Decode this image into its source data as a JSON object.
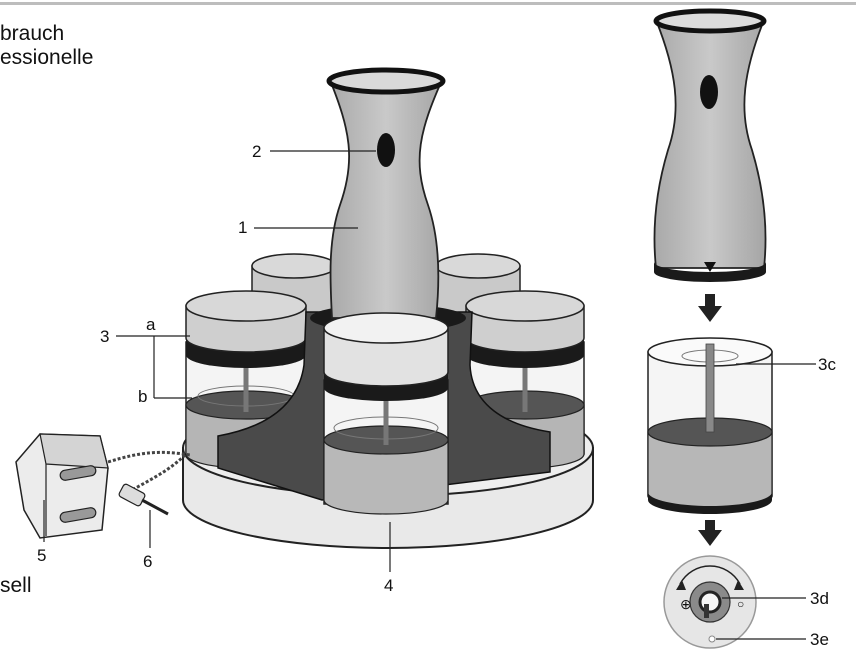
{
  "page_text": {
    "cut_lines": [
      "brauch",
      "essionelle"
    ],
    "cut_bottom": "sell"
  },
  "labels": {
    "l1": "1",
    "l2": "2",
    "l3": "3",
    "la": "a",
    "lb": "b",
    "l4": "4",
    "l5": "5",
    "l6": "6",
    "l3c": "3c",
    "l3d": "3d",
    "l3e": "3e"
  },
  "dial_marks": {
    "plus": "⊕",
    "minus": "○"
  },
  "colors": {
    "light_gray": "#d0d0d0",
    "mid_gray": "#b3b3b3",
    "dark_gray": "#505050",
    "black": "#1a1a1a"
  }
}
